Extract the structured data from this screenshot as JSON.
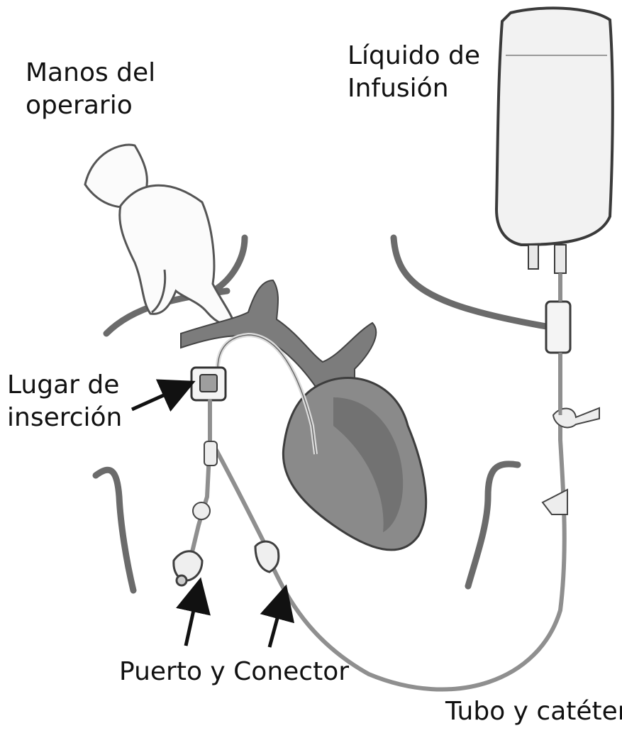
{
  "labels": {
    "hands": [
      "Manos del",
      "operario"
    ],
    "fluid": [
      "Líquido de",
      "Infusión"
    ],
    "insertion_site": [
      "Lugar de",
      "inserción"
    ],
    "port_connector": "Puerto y Conector",
    "tube_catheter": "Tubo y catéter"
  },
  "colors": {
    "ink": "#111111",
    "body_outline": "#6b6b6b",
    "heart_fill": "#8a8a8a",
    "heart_shade": "#5e5e5e",
    "bag_fill": "#f2f2f2",
    "tube": "#9a9a9a"
  }
}
